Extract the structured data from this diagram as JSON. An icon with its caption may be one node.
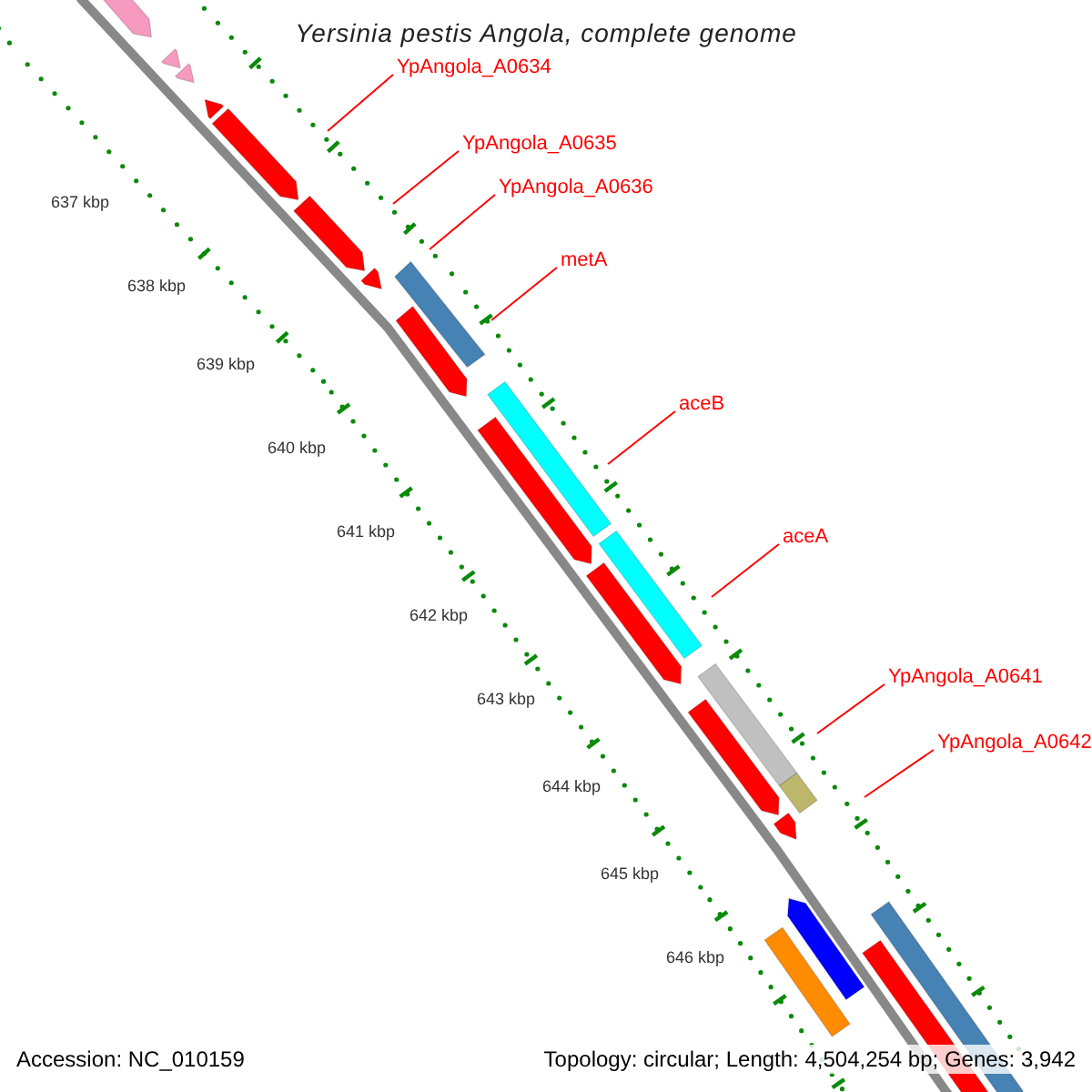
{
  "diagram": {
    "title": "Yersinia pestis Angola, complete genome",
    "nodes": [
      {
        "text": [
          "YpAngola_A0634"
        ]
      },
      {
        "text": [
          "YpAngola_A0635"
        ]
      },
      {
        "text": [
          "YpAngola_A0636"
        ]
      },
      {
        "text": [
          "metA"
        ]
      },
      {
        "text": [
          "aceB"
        ]
      },
      {
        "text": [
          "aceA"
        ]
      },
      {
        "text": [
          "YpAngola_A0641"
        ]
      },
      {
        "text": [
          "YpAngola_A0642"
        ]
      }
    ],
    "edges": [
      {
        "from": 0,
        "to": null,
        "arrow": "none",
        "color": "#ff0000"
      },
      {
        "from": 1,
        "to": null,
        "arrow": "none",
        "color": "#ff0000"
      },
      {
        "from": 2,
        "to": null,
        "arrow": "none",
        "color": "#ff0000"
      },
      {
        "from": 3,
        "to": null,
        "arrow": "none",
        "color": "#ff0000"
      },
      {
        "from": 4,
        "to": null,
        "arrow": "none",
        "color": "#ff0000"
      },
      {
        "from": 5,
        "to": null,
        "arrow": "none",
        "color": "#ff0000"
      },
      {
        "from": 6,
        "to": null,
        "arrow": "none",
        "color": "#ff0000"
      },
      {
        "from": 7,
        "to": null,
        "arrow": "none",
        "color": "#ff0000"
      }
    ],
    "labels": [
      "637 kbp",
      "638 kbp",
      "639 kbp",
      "640 kbp",
      "641 kbp",
      "642 kbp",
      "643 kbp",
      "644 kbp",
      "645 kbp",
      "646 kbp",
      "Accession: NC_010159",
      "Topology: circular; Length: 4,504,254 bp; Genes: 3,942"
    ]
  }
}
